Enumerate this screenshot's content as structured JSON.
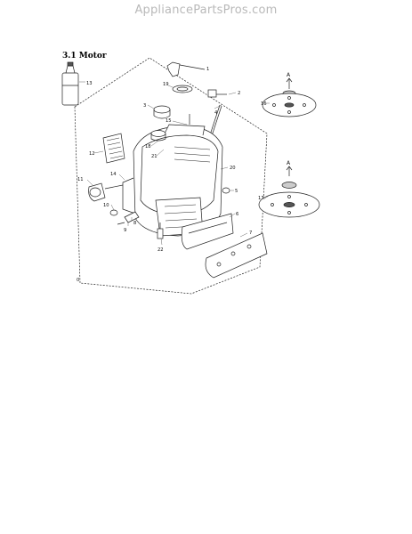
{
  "watermark": "AppliancePartsPros.com",
  "section_title": "3.1 Motor",
  "callouts": {
    "c1": "1",
    "c2": "2",
    "c3": "3",
    "c4": "4",
    "c5": "5",
    "c6": "6",
    "c7": "7",
    "c8": "8",
    "c9": "9",
    "c10": "10",
    "c11": "11",
    "c12": "12",
    "c13": "13",
    "c14": "14",
    "c15": "15",
    "c16": "16",
    "c17": "17",
    "c18": "18",
    "c19": "19",
    "c20": "20",
    "c21": "21",
    "c22": "22",
    "c0": "0",
    "arrow_up_1": "A",
    "arrow_up_2": "A"
  }
}
